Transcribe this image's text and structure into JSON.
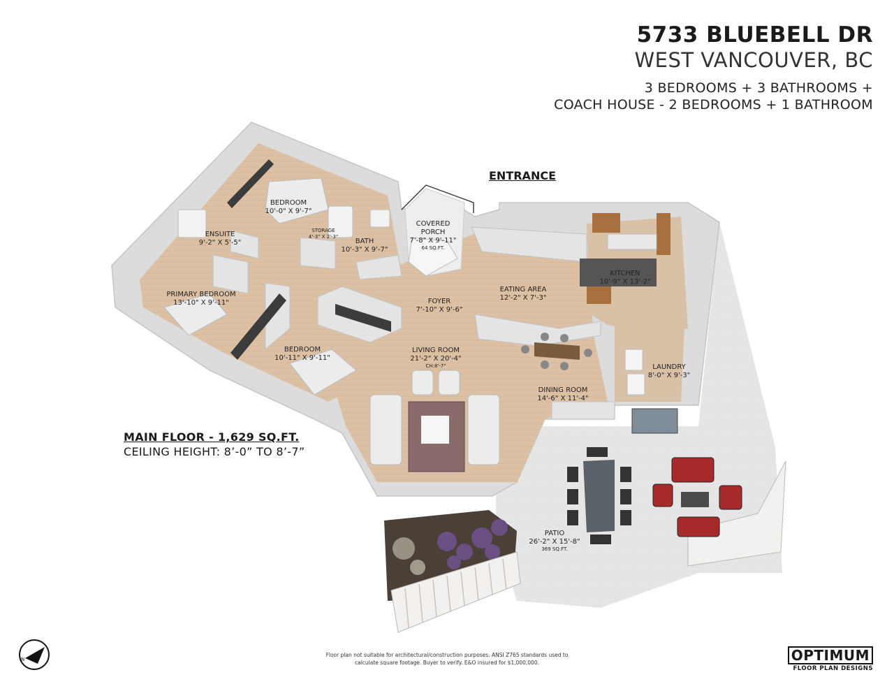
{
  "header": {
    "address": "5733 BLUEBELL DR",
    "city": "WEST VANCOUVER, BC",
    "summary_line1": "3 BEDROOMS + 3 BATHROOMS +",
    "summary_line2": "COACH HOUSE - 2 BEDROOMS + 1 BATHROOM"
  },
  "entrance_label": "ENTRANCE",
  "floor_info": {
    "floor": "MAIN FLOOR - 1,629 SQ.FT.",
    "ceiling": "CEILING HEIGHT: 8’-0” TO 8’-7”"
  },
  "rooms": {
    "bedroom_top": {
      "name": "BEDROOM",
      "dims": "10'-0\" X 9'-7\""
    },
    "storage": {
      "name": "STORAGE",
      "dims": "4'-3\" X 2'-3\""
    },
    "ensuite": {
      "name": "ENSUITE",
      "dims": "9'-2\" X 5'-5\""
    },
    "bath": {
      "name": "BATH",
      "dims": "10'-3\" X 9'-7\""
    },
    "covered_porch": {
      "name1": "COVERED",
      "name2": "PORCH",
      "dims": "7'-8\" X 9'-11\"",
      "area": "64 SQ.FT."
    },
    "primary_bedroom": {
      "name": "PRIMARY BEDROOM",
      "dims": "13'-10\" X 9'-11\""
    },
    "foyer": {
      "name": "FOYER",
      "dims": "7'-10\" X 9'-6\""
    },
    "eating_area": {
      "name": "EATING AREA",
      "dims": "12'-2\" X 7'-3\""
    },
    "kitchen": {
      "name": "KITCHEN",
      "dims": "10'-9\" X 13'-2\""
    },
    "bedroom_mid": {
      "name": "BEDROOM",
      "dims": "10'-11\" X 9'-11\""
    },
    "living_room": {
      "name": "LIVING ROOM",
      "dims": "21'-2\" X 20'-4\"",
      "ch": "CH:8'-7\""
    },
    "laundry": {
      "name": "LAUNDRY",
      "dims": "8'-0\" X 9'-3\""
    },
    "dining_room": {
      "name": "DINING ROOM",
      "dims": "14'-6\" X 11'-4\""
    },
    "patio": {
      "name": "PATIO",
      "dims": "26'-2\" X 15'-8\"",
      "area": "369 SQ.FT."
    }
  },
  "disclaimer": {
    "line1": "Floor plan not suitable for architectural/construction purposes. ANSI Z765 standards used to",
    "line2": "calculate square footage. Buyer to verify.  E&O insured for $1,000,000."
  },
  "logo": {
    "name": "OPTIMUM",
    "tagline": "FLOOR PLAN DESIGNS"
  },
  "icons": {
    "compass": "north-arrow-icon"
  },
  "colors": {
    "floor": "#dcc0a4",
    "wall": "#d9d9d9",
    "patio": "#e8e8e8",
    "text": "#1a1a1a"
  }
}
